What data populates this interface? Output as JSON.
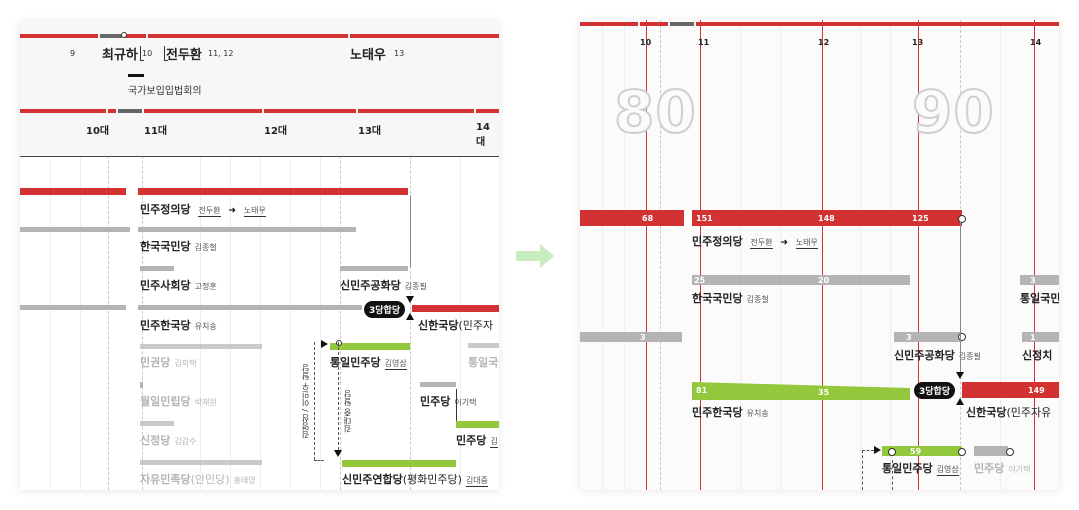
{
  "left": {
    "presidents": [
      {
        "name": "최규하",
        "term": "10"
      },
      {
        "name": "전두환",
        "term": "11, 12"
      },
      {
        "name": "노태우",
        "term": "13"
      }
    ],
    "prior_term": "9",
    "council": "국가보입입법회의",
    "assemblies": [
      "10대",
      "11대",
      "12대",
      "13대",
      "14대"
    ],
    "parties": [
      {
        "name": "민주정의당",
        "leader1": "전두환",
        "arrow": "➜",
        "leader2": "노태우"
      },
      {
        "name": "한국국민당",
        "leader": "김종철"
      },
      {
        "name": "신민주공화당",
        "leader": "김종필"
      },
      {
        "name": "민주사회당",
        "leader": "고정훈"
      },
      {
        "name": "민주한국당",
        "leader": "유치송"
      },
      {
        "name": "신한국당",
        "suffix": "(민주자"
      },
      {
        "name": "민권당",
        "leader": "김의택"
      },
      {
        "name": "통일민주당",
        "leader": "김영삼"
      },
      {
        "name": "통일국",
        "leader": ""
      },
      {
        "name": "월일민립당",
        "leader": "박재원"
      },
      {
        "name": "민주당",
        "leader": "이기택"
      },
      {
        "name": "신정당",
        "leader": "김갑수"
      },
      {
        "name": "민주당",
        "leader": "김"
      },
      {
        "name": "자유민족당",
        "suffix": "(안민당)",
        "leader": "홍태영"
      },
      {
        "name": "신민주연합당",
        "suffix": "(평화민주당)",
        "leader": "김대중"
      }
    ],
    "merge_badge": "3당합당",
    "notes": [
      "김영삼 / 이민우 탈당",
      "김대중 탈당"
    ]
  },
  "right": {
    "terms": [
      "10",
      "11",
      "12",
      "13",
      "14"
    ],
    "decades": [
      "80",
      "90"
    ],
    "parties": [
      {
        "name": "민주정의당",
        "leader1": "전두환",
        "arrow": "➜",
        "leader2": "노태우",
        "seats": [
          "68",
          "151",
          "148",
          "125"
        ]
      },
      {
        "name": "한국국민당",
        "leader": "김종철",
        "seats": [
          "25",
          "20"
        ]
      },
      {
        "name": "통일국민",
        "seats": [
          "3"
        ]
      },
      {
        "name": "신민주공화당",
        "leader": "김종필",
        "seats": [
          "3"
        ]
      },
      {
        "name": "신정치",
        "seats": [
          "1"
        ]
      },
      {
        "name": "민주한국당",
        "leader": "유치송",
        "seats": [
          "81",
          "35"
        ]
      },
      {
        "name": "신한국당",
        "suffix": "(민주자유",
        "seats": [
          "149"
        ]
      },
      {
        "name": "통일민주당",
        "leader": "김영삼",
        "seats": [
          "59"
        ]
      },
      {
        "name": "민주당",
        "leader": "이기택"
      }
    ],
    "left_seat": "3",
    "merge_badge": "3당합당",
    "colors": {
      "ruling": "#d23232",
      "minor": "#b4b4b4",
      "opposition": "#94c83c"
    }
  },
  "transition_arrow": "arrow-right-icon"
}
